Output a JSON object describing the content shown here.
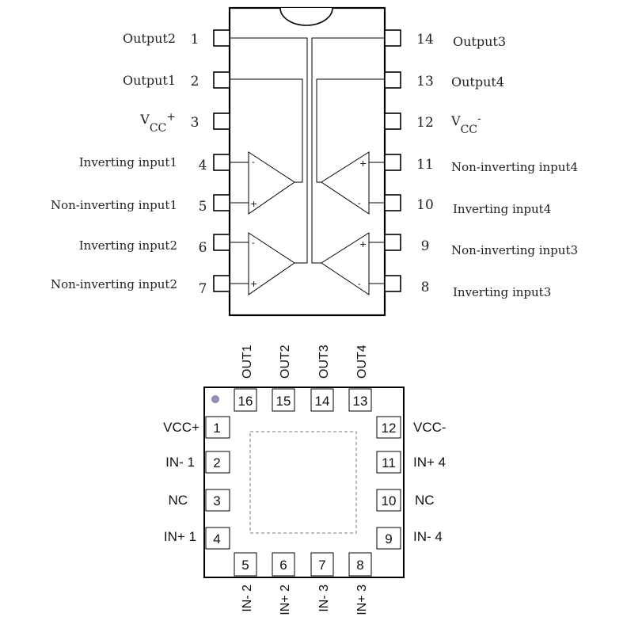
{
  "dip14": {
    "left_pins": [
      {
        "number": "1",
        "label": "Output2"
      },
      {
        "number": "2",
        "label": "Output1"
      },
      {
        "number": "3",
        "label": "VCC+"
      },
      {
        "number": "4",
        "label": "Inverting input1"
      },
      {
        "number": "5",
        "label": "Non-inverting input1"
      },
      {
        "number": "6",
        "label": "Inverting input2"
      },
      {
        "number": "7",
        "label": "Non-inverting input2"
      }
    ],
    "right_pins": [
      {
        "number": "14",
        "label": "Output3"
      },
      {
        "number": "13",
        "label": "Output4"
      },
      {
        "number": "12",
        "label": "VCC-"
      },
      {
        "number": "11",
        "label": "Non-inverting input4"
      },
      {
        "number": "10",
        "label": "Inverting input4"
      },
      {
        "number": "9",
        "label": "Non-inverting input3"
      },
      {
        "number": "8",
        "label": "Inverting input3"
      }
    ],
    "vcc_plus": {
      "main": "V",
      "sub": "CC",
      "sup": "+"
    },
    "vcc_minus": {
      "main": "V",
      "sub": "CC",
      "sup": "-"
    },
    "plus_sign": "+",
    "minus_sign": "-"
  },
  "qfn16": {
    "top_pins": [
      {
        "number": "16",
        "label": "OUT1"
      },
      {
        "number": "15",
        "label": "OUT2"
      },
      {
        "number": "14",
        "label": "OUT3"
      },
      {
        "number": "13",
        "label": "OUT4"
      }
    ],
    "left_pins": [
      {
        "number": "1",
        "label": "VCC+"
      },
      {
        "number": "2",
        "label": "IN- 1"
      },
      {
        "number": "3",
        "label": "NC"
      },
      {
        "number": "4",
        "label": "IN+ 1"
      }
    ],
    "right_pins": [
      {
        "number": "12",
        "label": "VCC-"
      },
      {
        "number": "11",
        "label": "IN+ 4"
      },
      {
        "number": "10",
        "label": "NC"
      },
      {
        "number": "9",
        "label": "IN- 4"
      }
    ],
    "bottom_pins": [
      {
        "number": "5",
        "label": "IN- 2"
      },
      {
        "number": "6",
        "label": "IN+ 2"
      },
      {
        "number": "7",
        "label": "IN- 3"
      },
      {
        "number": "8",
        "label": "IN+ 3"
      }
    ],
    "pin1_dot_color": "#8c90c4"
  }
}
